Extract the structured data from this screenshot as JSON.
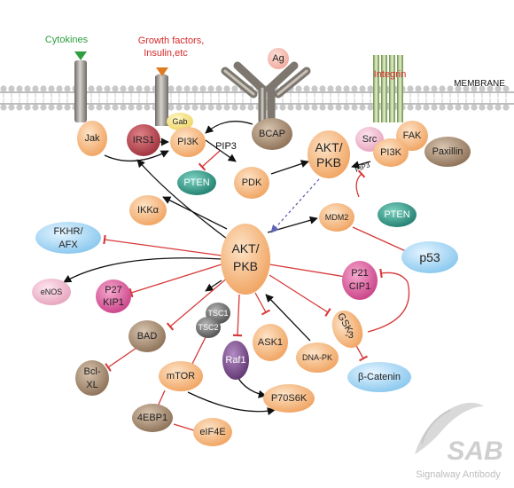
{
  "labels": {
    "cytokines": "Cytokines",
    "growth_factors_1": "Growth factors,",
    "growth_factors_2": "Insulin,etc",
    "ag": "Ag",
    "integrin": "Integrin",
    "membrane": "MEMBRANE",
    "pip3": "PIP3",
    "pip3_right": "PIP3"
  },
  "nodes": {
    "jak": "Jak",
    "irs1": "IRS1",
    "gab": "Gab",
    "pi3k_left": "PI3K",
    "bcap": "BCAP",
    "pten_left": "PTEN",
    "pdk": "PDK",
    "akt_top_1": "AKT/",
    "akt_top_2": "PKB",
    "src": "Src",
    "fak": "FAK",
    "pi3k_right": "PI3K",
    "paxillin": "Paxillin",
    "ikka": "IKKα",
    "mdm2": "MDM2",
    "pten_right": "PTEN",
    "fkhr_1": "FKHR/",
    "fkhr_2": "AFX",
    "akt_main_1": "AKT/",
    "akt_main_2": "PKB",
    "p53": "p53",
    "enos": "eNOS",
    "p27_1": "P27",
    "p27_2": "KIP1",
    "p21_1": "P21",
    "p21_2": "CIP1",
    "tsc1": "TSC1",
    "tsc2": "TSC2",
    "bad": "BAD",
    "raf1": "Raf1",
    "ask1": "ASK1",
    "dnapk": "DNA-PK",
    "gsk_1": "GSK",
    "gsk_2": "-3",
    "bclxl_1": "Bcl-",
    "bclxl_2": "XL",
    "mtor": "mTOR",
    "bcatenin": "β-Catenin",
    "p70s6k": "P70S6K",
    "ebp1": "4EBP1",
    "eif4e": "eIF4E"
  },
  "logo": {
    "mark": "SAB",
    "name": "Signalway Antibody"
  },
  "colors": {
    "orange": "#f2b37a",
    "teal": "#2e9c8a",
    "blue": "#9fd3f2",
    "pink": "#d9569a",
    "light_pink": "#f2b8cf",
    "red_node": "#b8404a",
    "gray": "#7a7a7a",
    "brown": "#a38970",
    "purple": "#7c4f8c",
    "yellow": "#f5e27a",
    "inhibit": "#d63838",
    "activate": "#111111",
    "cytokine_green": "#2e9e3f",
    "growth_red": "#d62a2a"
  }
}
